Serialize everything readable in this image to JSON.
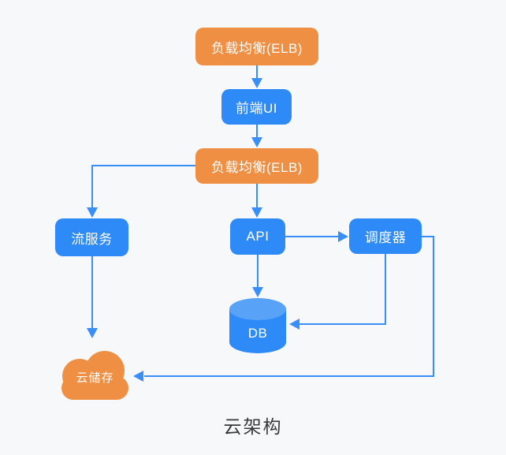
{
  "title": "云架构",
  "colors": {
    "background": "#f7f8fa",
    "orange": "#ef8f44",
    "blue": "#2e8af6",
    "blue_light": "#58a3f8",
    "line": "#3a8ef8",
    "node_text": "#ffffff",
    "title_text": "#383838"
  },
  "diagram": {
    "nodes": [
      {
        "id": "elb-top",
        "label": "负载均衡(ELB)",
        "shape": "rect",
        "color": "#ef8f44"
      },
      {
        "id": "frontend-ui",
        "label": "前端UI",
        "shape": "rect",
        "color": "#2e8af6"
      },
      {
        "id": "elb-mid",
        "label": "负载均衡(ELB)",
        "shape": "rect",
        "color": "#ef8f44"
      },
      {
        "id": "stream-service",
        "label": "流服务",
        "shape": "rect",
        "color": "#2e8af6"
      },
      {
        "id": "api",
        "label": "API",
        "shape": "rect",
        "color": "#2e8af6"
      },
      {
        "id": "scheduler",
        "label": "调度器",
        "shape": "rect",
        "color": "#2e8af6"
      },
      {
        "id": "db",
        "label": "DB",
        "shape": "cylinder",
        "color": "#2e8af6"
      },
      {
        "id": "cloud-storage",
        "label": "云储存",
        "shape": "cloud",
        "color": "#ef8f44"
      }
    ],
    "edges": [
      {
        "from": "elb-top",
        "to": "frontend-ui"
      },
      {
        "from": "frontend-ui",
        "to": "elb-mid"
      },
      {
        "from": "elb-mid",
        "to": "stream-service"
      },
      {
        "from": "elb-mid",
        "to": "api"
      },
      {
        "from": "api",
        "to": "scheduler"
      },
      {
        "from": "api",
        "to": "db"
      },
      {
        "from": "scheduler",
        "to": "db"
      },
      {
        "from": "scheduler",
        "to": "cloud-storage"
      },
      {
        "from": "stream-service",
        "to": "cloud-storage"
      }
    ]
  }
}
